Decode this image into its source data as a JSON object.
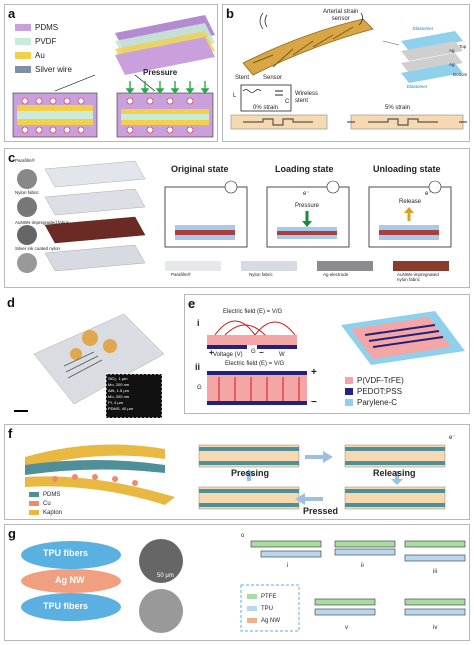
{
  "panel_a": {
    "label": "a",
    "legend": [
      {
        "text": "PDMS",
        "color": "#c9a0dc"
      },
      {
        "text": "PVDF",
        "color": "#c8ecd9"
      },
      {
        "text": "Au",
        "color": "#f2d04a"
      },
      {
        "text": "Silver wire",
        "color": "#7f8fa6"
      }
    ],
    "pressure": "Pressure"
  },
  "panel_b": {
    "label": "b",
    "arterial": "Arterial strain\nsensor",
    "stent": "Stent",
    "sensor": "Sensor",
    "wireless": "Wireless\nstent",
    "L": "L",
    "C": "C",
    "elastomer_top": "Elastomer",
    "elastomer_bot": "Elastomer",
    "ag1": "Ag",
    "ag2": "Ag",
    "top": "Top",
    "bottom": "Bottom",
    "strain0": "0% strain",
    "strain5": "5% strain"
  },
  "panel_c": {
    "label": "c",
    "layers": [
      "Parafilm®",
      "Nylon fabric",
      "AuNWs-impregnated fabric",
      "Silver ink coated nylon"
    ],
    "original": "Original state",
    "loading": "Loading state",
    "unloading": "Unloading state",
    "pressure": "Pressure",
    "release": "Release",
    "eminus1": "e⁻",
    "eminus2": "e⁻",
    "bottom_labels": [
      "Parafilm®",
      "Nylon fabric",
      "Ag electrode",
      "AuNWs-impregnated\nnylon fabric"
    ]
  },
  "panel_d": {
    "label": "d",
    "inset_lines": [
      "SiO₂, 1 μm",
      "Mo, 200 nm",
      "AlN, 1.5 μm",
      "Mo, 200 nm",
      "PI, 4 μm",
      "PDMS, 40 μm"
    ]
  },
  "panel_e": {
    "label": "e",
    "i": "i",
    "ii": "ii",
    "field_top": "Electric field (E) = V/G",
    "field_bottom": "Electric field (E) = V/G",
    "voltage": "Voltage (V)",
    "plus1": "+",
    "minus1": "−",
    "plus2": "+",
    "minus2": "−",
    "G1": "G",
    "W": "W",
    "G2": "G",
    "legend": [
      {
        "text": "P(VDF-TrFE)",
        "color": "#f4a6a6"
      },
      {
        "text": "PEDOT:PSS",
        "color": "#22227a"
      },
      {
        "text": "Parylene-C",
        "color": "#8fd0ec"
      }
    ]
  },
  "panel_f": {
    "label": "f",
    "legend": [
      {
        "text": "PDMS",
        "color": "#4f8f9a"
      },
      {
        "text": "Cu",
        "color": "#f08a6a"
      },
      {
        "text": "Kapton",
        "color": "#e8b840"
      }
    ],
    "pressing": "Pressing",
    "releasing": "Releasing",
    "pressed": "Pressed",
    "eminus": "e⁻"
  },
  "panel_g": {
    "label": "g",
    "tpu_top": "TPU fibers",
    "agnw": "Ag NW",
    "tpu_bottom": "TPU fibers",
    "scale1": "50 μm",
    "states": [
      "i",
      "ii",
      "iii",
      "iv",
      "v"
    ],
    "legend": [
      {
        "text": "PTFE",
        "color": "#a8dca0"
      },
      {
        "text": "TPU",
        "color": "#b9d8ef"
      },
      {
        "text": "Ag NW",
        "color": "#f0b08a"
      }
    ],
    "o": "o"
  }
}
